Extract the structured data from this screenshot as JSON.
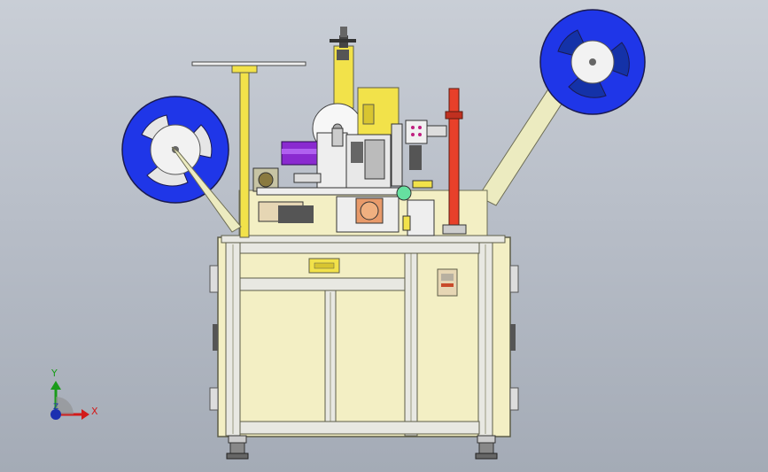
{
  "view": {
    "background_top": "#c9ced6",
    "background_bottom": "#a4abb6"
  },
  "colors": {
    "frame": "#f3efc4",
    "frame_edge": "#9a9a80",
    "aluminum": "#e8e8e2",
    "reel_blue": "#1f36e8",
    "reel_hub": "#f2f2f2",
    "yellow": "#f2e24a",
    "red_post": "#e8402a",
    "purple": "#8a2ad0",
    "tan_arm": "#ecebc0"
  },
  "triad": {
    "y_label": "Y",
    "x_label": "X",
    "z_label": "Z",
    "y_color": "#1a9b1a",
    "x_color": "#d21a1a",
    "z_color": "#1b2fb0"
  }
}
